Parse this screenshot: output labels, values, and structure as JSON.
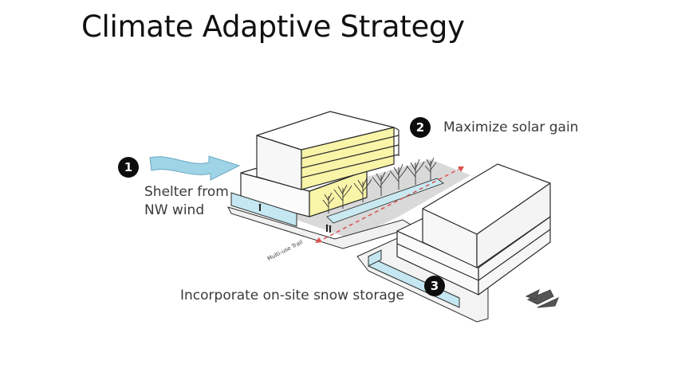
{
  "slide": {
    "title": "Climate Adaptive Strategy",
    "callouts": [
      {
        "number": "1",
        "text_line1": "Shelter from",
        "text_line2": "NW wind"
      },
      {
        "number": "2",
        "text": "Maximize solar gain"
      },
      {
        "number": "3",
        "text": "Incorporate on-site snow storage"
      }
    ],
    "trail_label": "Multi-use Trail",
    "colors": {
      "building_top": "#ffffff",
      "building_stroke": "#2b2b2b",
      "solar_facade": "#f8f4a8",
      "wind_arrow": "#9fd3e6",
      "snow_storage": "#c4e7f1",
      "shadow": "#d6d6d6",
      "trail_line": "#d9534f"
    },
    "icons": [
      "wind-arrow-icon",
      "north-arrow-icon",
      "tree-icon",
      "person-icon"
    ]
  }
}
